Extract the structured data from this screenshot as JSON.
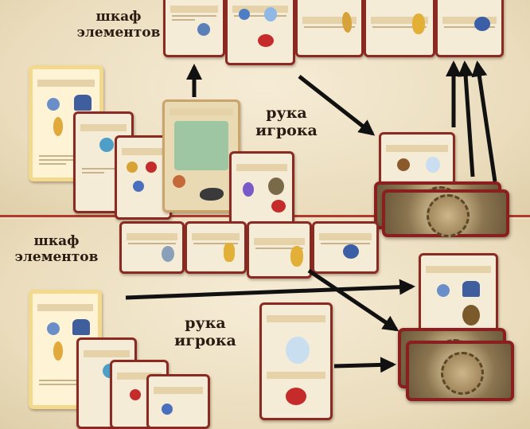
{
  "top": {
    "cabinet_label_line1": "шкаф",
    "cabinet_label_line2": "элементов",
    "hand_label_line1": "рука",
    "hand_label_line2": "игрока"
  },
  "bottom": {
    "cabinet_label_line1": "шкаф",
    "cabinet_label_line2": "элементов",
    "hand_label_line1": "рука",
    "hand_label_line2": "игрока"
  },
  "colors": {
    "card_border": "#8a2a22",
    "arrow": "#111111",
    "divider": "#b23a2c",
    "highlight_border": "#f3d98e"
  }
}
